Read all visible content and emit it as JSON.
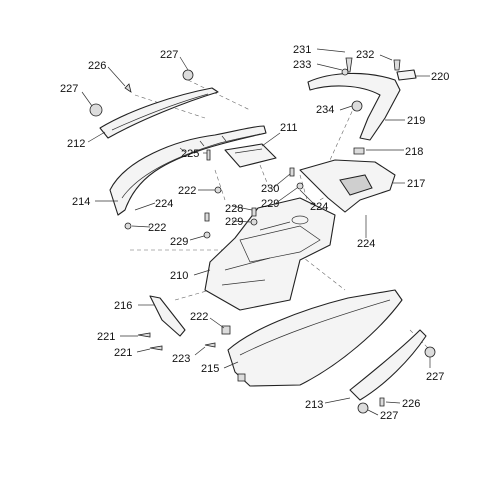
{
  "labels": {
    "p210": "210",
    "p211": "211",
    "p212": "212",
    "p213": "213",
    "p214": "214",
    "p215": "215",
    "p216": "216",
    "p217": "217",
    "p218": "218",
    "p219": "219",
    "p220": "220",
    "p221a": "221",
    "p221b": "221",
    "p222a": "222",
    "p222b": "222",
    "p222c": "222",
    "p223": "223",
    "p224a": "224",
    "p224b": "224",
    "p224c": "224",
    "p225": "225",
    "p226a": "226",
    "p226b": "226",
    "p227a": "227",
    "p227b": "227",
    "p227c": "227",
    "p227d": "227",
    "p228": "228",
    "p229a": "229",
    "p229b": "229",
    "p229c": "229",
    "p230": "230",
    "p231": "231",
    "p232": "232",
    "p233": "233",
    "p234": "234"
  }
}
